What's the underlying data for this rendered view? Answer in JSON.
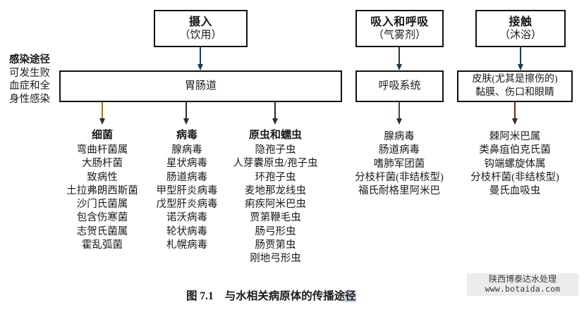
{
  "figure": {
    "caption_number": "图 7.1",
    "caption_text_plain": "与水相关病原体的传播途径",
    "caption_text_main": "与水相关病原体的传播途",
    "caption_text_highlight": "径"
  },
  "side_label": {
    "header": "感染途径",
    "lines": [
      "可发生败",
      "血症和全",
      "身性感染"
    ]
  },
  "routes": [
    {
      "id": "ingestion",
      "entry_title": "摄入",
      "entry_sub": "（饮用）",
      "organ": "胃肠道",
      "organ_line2": "",
      "arrow_entry_color": "#1b3a4b",
      "arrow_organ_color": "#2b2b2b"
    },
    {
      "id": "inhalation",
      "entry_title": "吸入和呼吸",
      "entry_sub": "（气雾剂）",
      "organ": "呼吸系统",
      "organ_line2": "",
      "arrow_entry_color": "#1b3a4b",
      "arrow_organ_color": "#2b4a55"
    },
    {
      "id": "contact",
      "entry_title": "接触",
      "entry_sub": "（沐浴）",
      "organ": "皮肤(尤其是擦伤的)",
      "organ_line2": "黏膜、伤口和眼睛",
      "arrow_entry_color": "#1b3a4b",
      "arrow_organ_color": "#7a2020"
    }
  ],
  "columns": [
    {
      "id": "bacteria",
      "head": "细菌",
      "arrow_color": "#8a7a20",
      "items": [
        "弯曲杆菌属",
        "大肠杆菌",
        "致病性",
        "土拉弗朗西斯菌",
        "沙门氏菌属",
        "包含伤寒菌",
        "志贺氏菌属",
        "霍乱弧菌"
      ]
    },
    {
      "id": "viruses",
      "head": "病毒",
      "arrow_color": "#2b2b45",
      "items": [
        "腺病毒",
        "星状病毒",
        "肠道病毒",
        "甲型肝炎病毒",
        "戊型肝炎病毒",
        "诺沃病毒",
        "轮状病毒",
        "札幌病毒"
      ]
    },
    {
      "id": "protozoa-helminths",
      "head": "原虫和蠕虫",
      "arrow_color": "#2b2b2b",
      "items": [
        "隐孢子虫",
        "人芽囊原虫/孢子虫",
        "环孢子虫",
        "麦地那龙线虫",
        "痢疾阿米巴虫",
        "贾第鞭毛虫",
        "肠弓形虫",
        "肠贾第虫",
        "刚地弓形虫"
      ]
    },
    {
      "id": "respiratory-pathogens",
      "head": "",
      "arrow_color": "#2b4a55",
      "items": [
        "腺病毒",
        "肠道病毒",
        "嗜肺军团菌",
        "分枝杆菌(非结核型)",
        "福氏耐格里阿米巴"
      ]
    },
    {
      "id": "contact-pathogens",
      "head": "",
      "arrow_color": "#7a2020",
      "items": [
        "棘阿米巴属",
        "类鼻疽伯克氏菌",
        "钩端螺旋体属",
        "分枝杆菌(非结核型)",
        "曼氏血吸虫"
      ]
    }
  ],
  "watermark": {
    "line1": "陕西博泰达水处理",
    "line2": "www.botaida.com"
  }
}
